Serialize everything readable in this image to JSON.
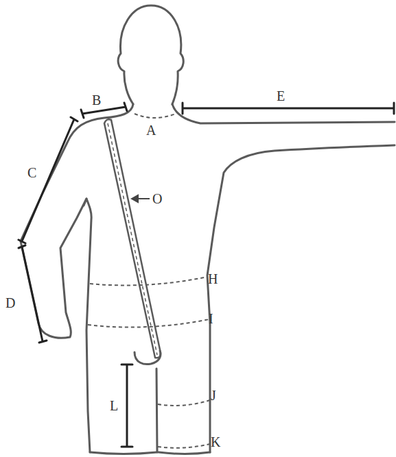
{
  "diagram": {
    "labels": [
      "B",
      "E",
      "A",
      "C",
      "O",
      "H",
      "I",
      "D",
      "J",
      "L",
      "K"
    ]
  }
}
